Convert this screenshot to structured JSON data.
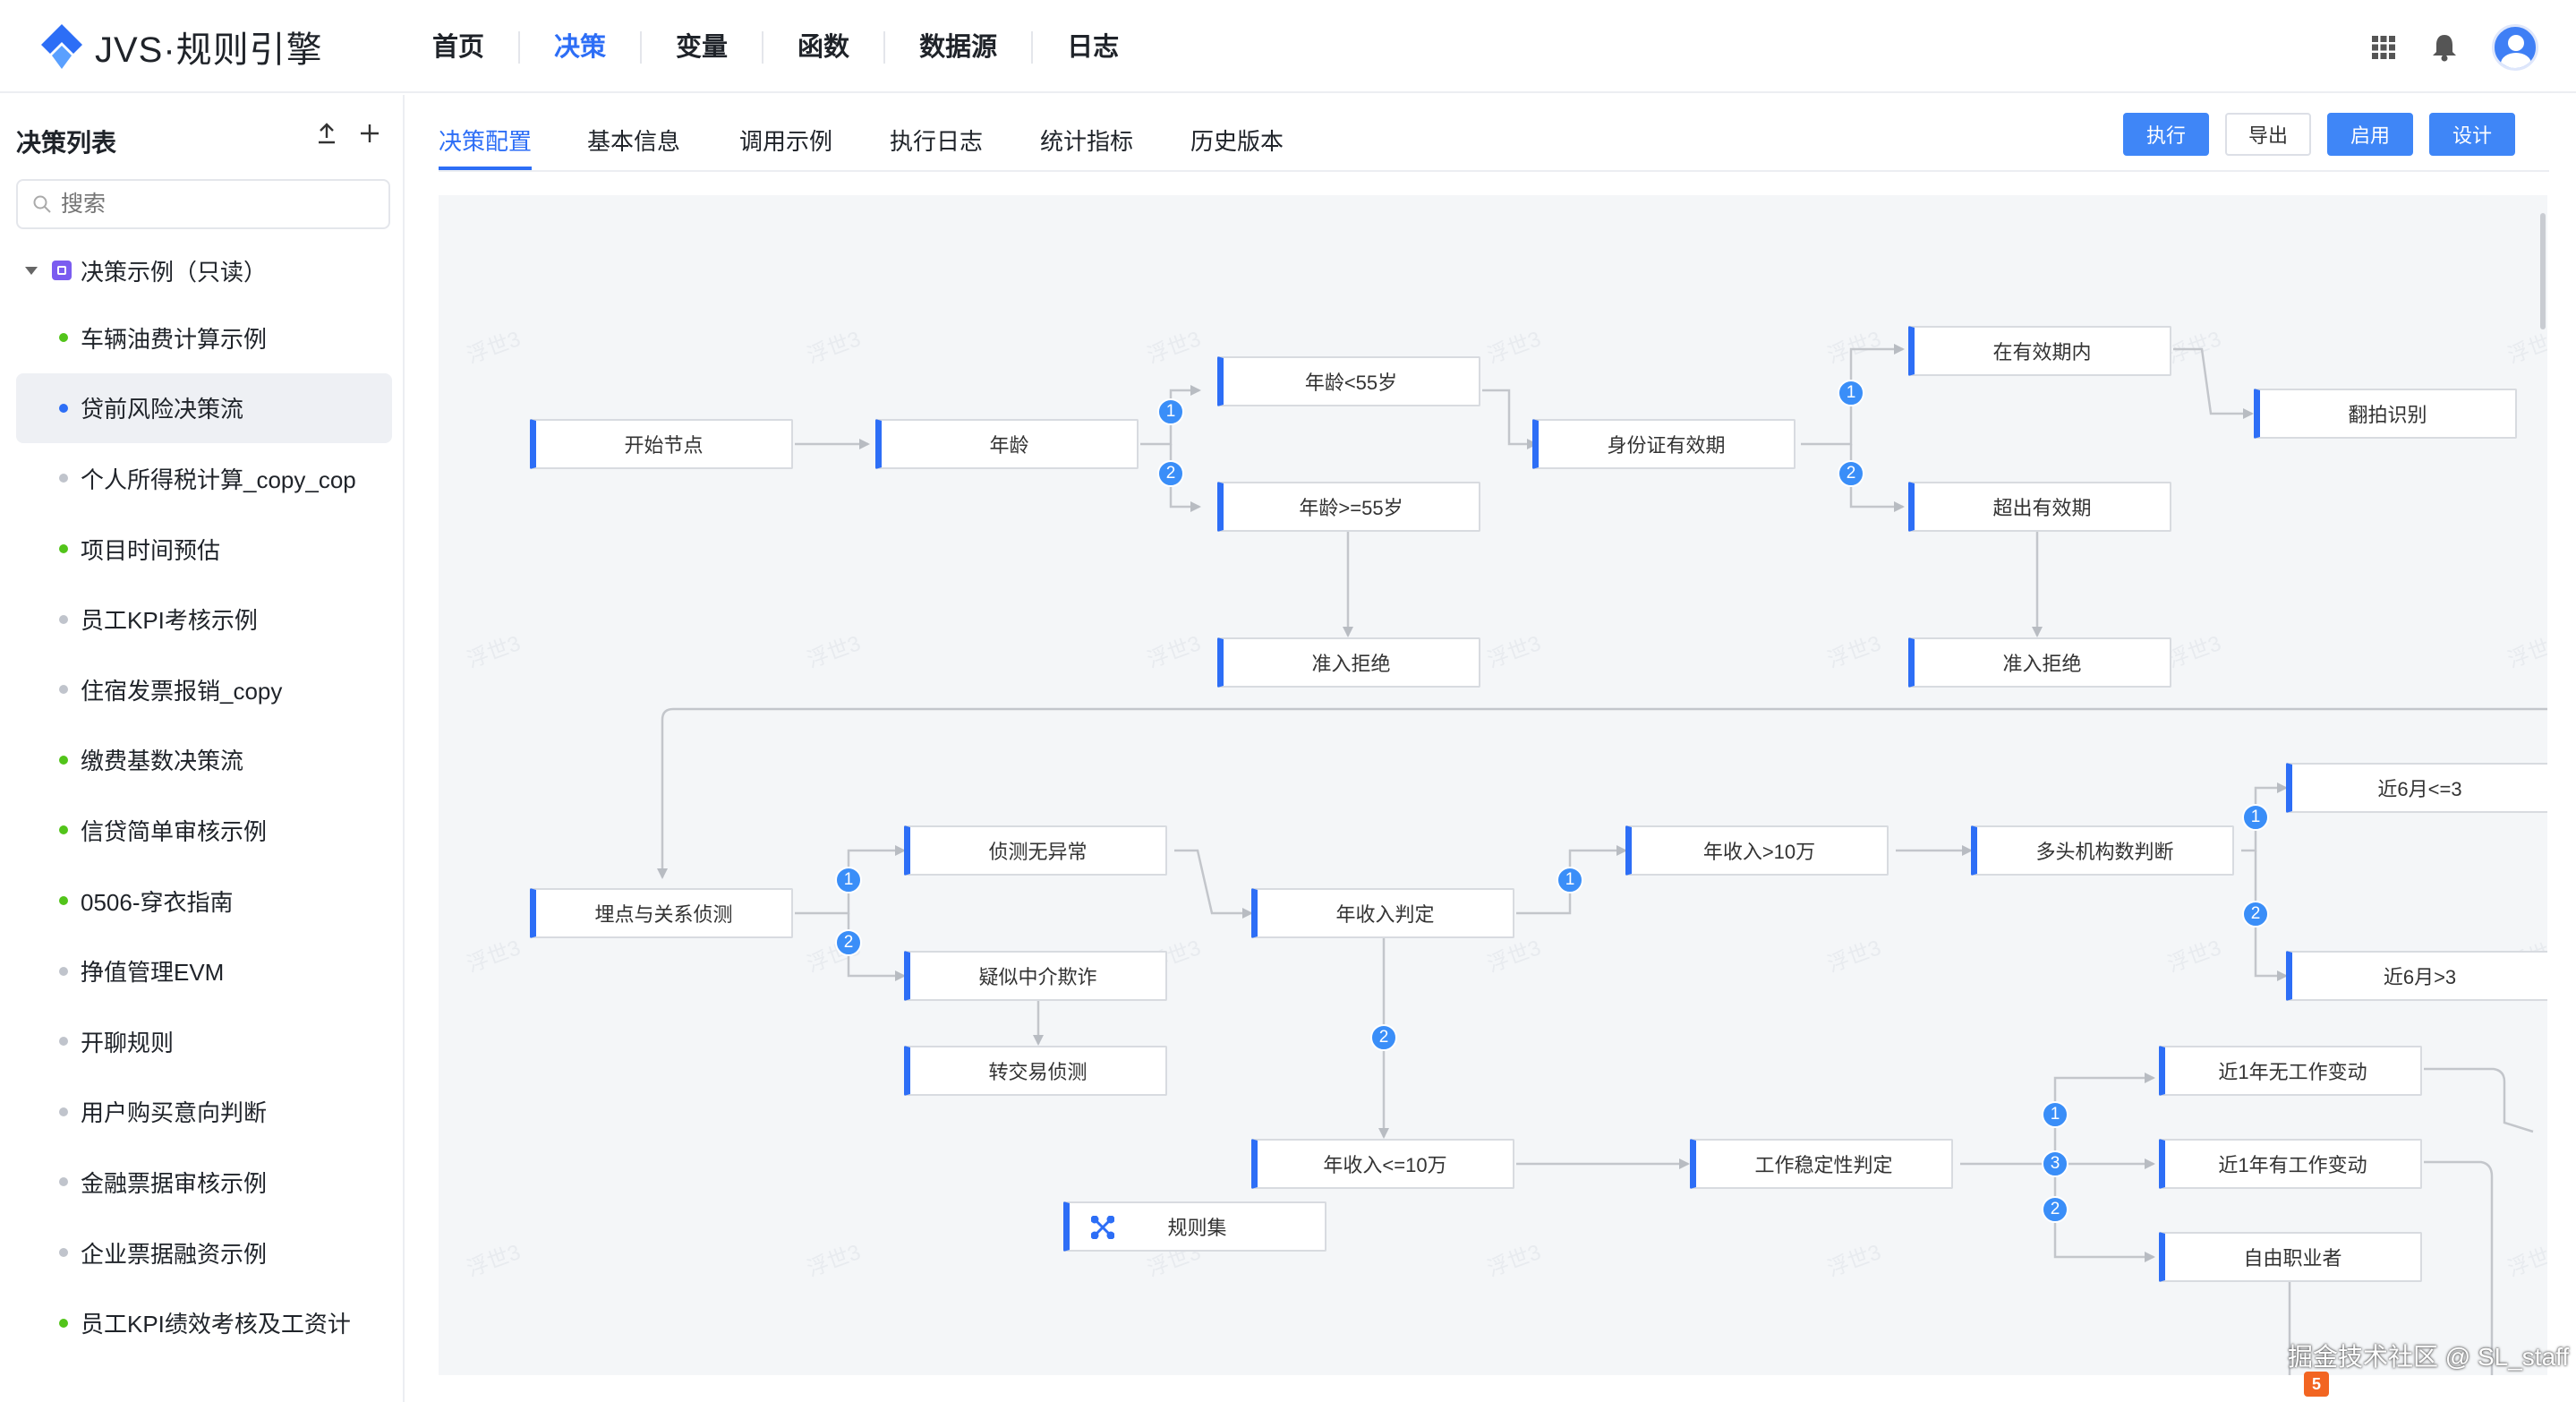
{
  "app": {
    "name": "JVS·规则引擎"
  },
  "nav": {
    "items": [
      {
        "label": "首页"
      },
      {
        "label": "决策",
        "active": true
      },
      {
        "label": "变量"
      },
      {
        "label": "函数"
      },
      {
        "label": "数据源"
      },
      {
        "label": "日志"
      }
    ]
  },
  "header_icons": [
    "apps-grid-icon",
    "bell-icon",
    "user-avatar"
  ],
  "sidebar": {
    "title": "决策列表",
    "search_placeholder": "搜索",
    "root_label": "决策示例（只读）",
    "items": [
      {
        "label": "车辆油费计算示例",
        "status": "green"
      },
      {
        "label": "贷前风险决策流",
        "status": "blue",
        "selected": true
      },
      {
        "label": "个人所得税计算_copy_cop",
        "status": "gray"
      },
      {
        "label": "项目时间预估",
        "status": "green"
      },
      {
        "label": "员工KPI考核示例",
        "status": "gray"
      },
      {
        "label": "住宿发票报销_copy",
        "status": "gray"
      },
      {
        "label": "缴费基数决策流",
        "status": "green"
      },
      {
        "label": "信贷简单审核示例",
        "status": "green"
      },
      {
        "label": "0506-穿衣指南",
        "status": "green"
      },
      {
        "label": "挣值管理EVM",
        "status": "gray"
      },
      {
        "label": "开聊规则",
        "status": "gray"
      },
      {
        "label": "用户购买意向判断",
        "status": "gray"
      },
      {
        "label": "金融票据审核示例",
        "status": "gray"
      },
      {
        "label": "企业票据融资示例",
        "status": "gray"
      },
      {
        "label": "员工KPI绩效考核及工资计",
        "status": "green"
      }
    ]
  },
  "tabs": [
    {
      "label": "决策配置",
      "active": true
    },
    {
      "label": "基本信息"
    },
    {
      "label": "调用示例"
    },
    {
      "label": "执行日志"
    },
    {
      "label": "统计指标"
    },
    {
      "label": "历史版本"
    }
  ],
  "actions": [
    {
      "label": "执行",
      "style": "primary"
    },
    {
      "label": "导出",
      "style": "default"
    },
    {
      "label": "启用",
      "style": "primary"
    },
    {
      "label": "设计",
      "style": "primary"
    }
  ],
  "flow": {
    "watermark": "浮世3",
    "nodes": [
      {
        "id": "n1",
        "label": "开始节点"
      },
      {
        "id": "n2",
        "label": "年龄"
      },
      {
        "id": "n3",
        "label": "年龄<55岁"
      },
      {
        "id": "n4",
        "label": "年龄>=55岁"
      },
      {
        "id": "n5",
        "label": "准入拒绝"
      },
      {
        "id": "n6",
        "label": "身份证有效期"
      },
      {
        "id": "n7",
        "label": "在有效期内"
      },
      {
        "id": "n8",
        "label": "超出有效期"
      },
      {
        "id": "n9",
        "label": "准入拒绝"
      },
      {
        "id": "n10",
        "label": "翻拍识别"
      },
      {
        "id": "n11",
        "label": "埋点与关系侦测"
      },
      {
        "id": "n12",
        "label": "侦测无异常"
      },
      {
        "id": "n13",
        "label": "疑似中介欺诈"
      },
      {
        "id": "n14",
        "label": "转交易侦测"
      },
      {
        "id": "n15",
        "label": "年收入判定"
      },
      {
        "id": "n16",
        "label": "年收入>10万"
      },
      {
        "id": "n17",
        "label": "多头机构数判断"
      },
      {
        "id": "n18",
        "label": "近6月<=3"
      },
      {
        "id": "n19",
        "label": "近6月>3"
      },
      {
        "id": "n20",
        "label": "年收入<=10万"
      },
      {
        "id": "n21",
        "label": "规则集"
      },
      {
        "id": "n22",
        "label": "工作稳定性判定"
      },
      {
        "id": "n23",
        "label": "近1年无工作变动"
      },
      {
        "id": "n24",
        "label": "近1年有工作变动"
      },
      {
        "id": "n25",
        "label": "自由职业者"
      }
    ],
    "badges": [
      "1",
      "2",
      "1",
      "2",
      "1",
      "2",
      "1",
      "2",
      "1",
      "2",
      "1",
      "3",
      "2"
    ]
  },
  "credit": "掘金技术社区 @ SL_staff"
}
